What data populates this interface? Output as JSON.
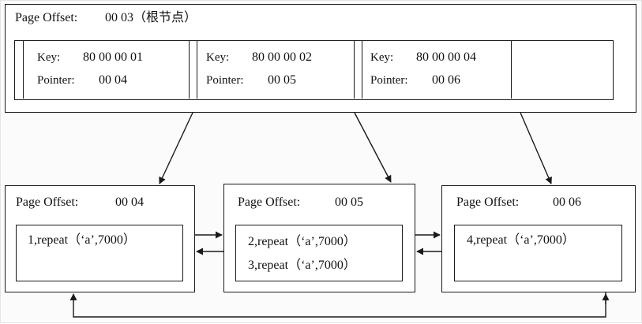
{
  "root": {
    "page_offset_label": "Page Offset:",
    "page_offset_value": "00 03（根节点）",
    "entries": [
      {
        "key_label": "Key:",
        "key_value": "80 00 00 01",
        "pointer_label": "Pointer:",
        "pointer_value": "00 04"
      },
      {
        "key_label": "Key:",
        "key_value": "80 00 00 02",
        "pointer_label": "Pointer:",
        "pointer_value": "00 05"
      },
      {
        "key_label": "Key:",
        "key_value": "80 00 00 04",
        "pointer_label": "Pointer:",
        "pointer_value": "00 06"
      }
    ]
  },
  "leaves": [
    {
      "page_offset_label": "Page Offset:",
      "page_offset_value": "00 04",
      "records": [
        "1,repeat（‘a’,7000）"
      ]
    },
    {
      "page_offset_label": "Page Offset:",
      "page_offset_value": "00 05",
      "records": [
        "2,repeat（‘a’,7000）",
        "3,repeat（‘a’,7000）"
      ]
    },
    {
      "page_offset_label": "Page Offset:",
      "page_offset_value": "00 06",
      "records": [
        "4,repeat（‘a’,7000）"
      ]
    }
  ],
  "colors": {
    "line": "#1a1a1a",
    "background": "#ffffff"
  }
}
